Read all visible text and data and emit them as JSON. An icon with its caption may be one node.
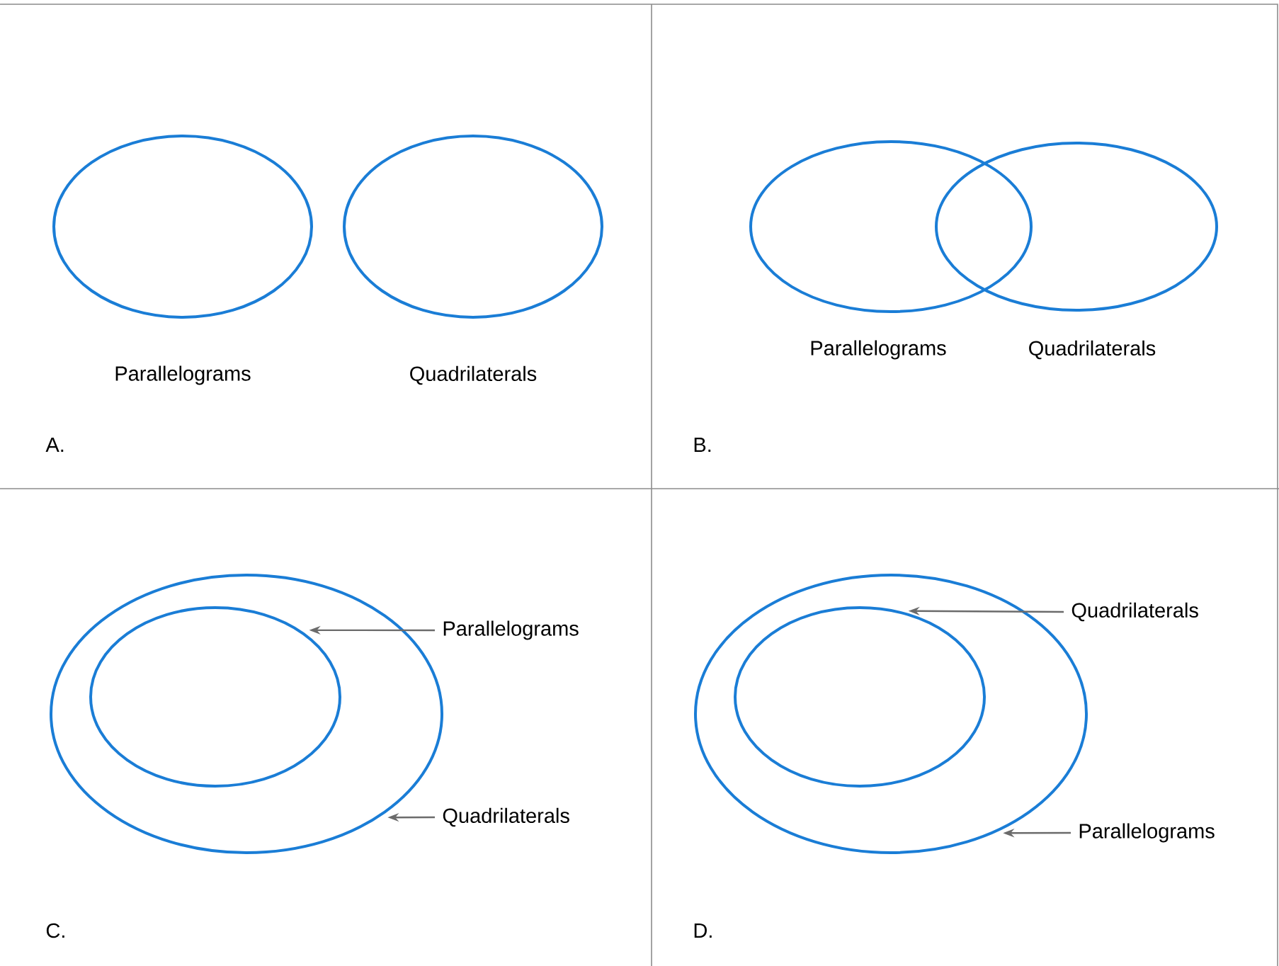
{
  "diagram": {
    "nodes": [
      {
        "text": [
          "Parallelograms"
        ]
      },
      {
        "text": [
          "Quadrilaterals"
        ]
      },
      {
        "text": [
          "Parallelograms"
        ]
      },
      {
        "text": [
          "Quadrilaterals"
        ]
      },
      {
        "text": [],
        "shape": "ellipse"
      },
      {
        "text": [],
        "shape": "ellipse",
        "in": 4
      },
      {
        "text": [
          "Parallelograms"
        ]
      },
      {
        "text": [
          "Quadrilaterals"
        ]
      },
      {
        "text": [],
        "shape": "ellipse"
      },
      {
        "text": [],
        "shape": "ellipse",
        "in": 8
      },
      {
        "text": [
          "Quadrilaterals"
        ]
      },
      {
        "text": [
          "Parallelograms"
        ]
      }
    ],
    "edges": [
      {
        "from": 6,
        "to": 5,
        "arrow": "to"
      },
      {
        "from": 7,
        "to": 4,
        "arrow": "to"
      },
      {
        "from": 10,
        "to": 9,
        "arrow": "to"
      },
      {
        "from": 11,
        "to": 8,
        "arrow": "to"
      }
    ],
    "labels": [
      "A.",
      "B.",
      "C.",
      "D."
    ]
  }
}
